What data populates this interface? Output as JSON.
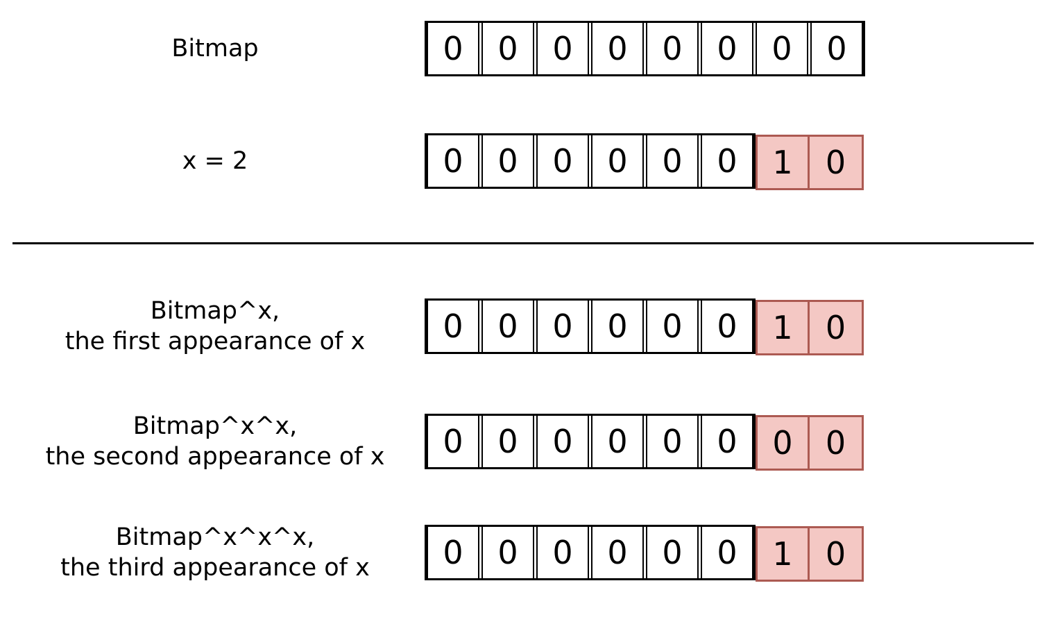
{
  "colors": {
    "background": "#ffffff",
    "cell_border": "#000000",
    "text": "#000000",
    "highlight_bg": "#f4c8c4",
    "highlight_border": "#ac5a52"
  },
  "divider": {
    "present": true
  },
  "rows": [
    {
      "id": "bitmap",
      "label_lines": [
        "Bitmap"
      ],
      "cells": [
        {
          "value": "0",
          "highlight": false
        },
        {
          "value": "0",
          "highlight": false
        },
        {
          "value": "0",
          "highlight": false
        },
        {
          "value": "0",
          "highlight": false
        },
        {
          "value": "0",
          "highlight": false
        },
        {
          "value": "0",
          "highlight": false
        },
        {
          "value": "0",
          "highlight": false
        },
        {
          "value": "0",
          "highlight": false
        }
      ]
    },
    {
      "id": "x-equals-2",
      "label_lines": [
        "x = 2"
      ],
      "cells": [
        {
          "value": "0",
          "highlight": false
        },
        {
          "value": "0",
          "highlight": false
        },
        {
          "value": "0",
          "highlight": false
        },
        {
          "value": "0",
          "highlight": false
        },
        {
          "value": "0",
          "highlight": false
        },
        {
          "value": "0",
          "highlight": false
        },
        {
          "value": "1",
          "highlight": true
        },
        {
          "value": "0",
          "highlight": true
        }
      ]
    },
    {
      "id": "bitmap-xor-x",
      "label_lines": [
        "Bitmap^x,",
        "the first appearance of x"
      ],
      "cells": [
        {
          "value": "0",
          "highlight": false
        },
        {
          "value": "0",
          "highlight": false
        },
        {
          "value": "0",
          "highlight": false
        },
        {
          "value": "0",
          "highlight": false
        },
        {
          "value": "0",
          "highlight": false
        },
        {
          "value": "0",
          "highlight": false
        },
        {
          "value": "1",
          "highlight": true
        },
        {
          "value": "0",
          "highlight": true
        }
      ]
    },
    {
      "id": "bitmap-xor-x-xor-x",
      "label_lines": [
        "Bitmap^x^x,",
        "the second appearance of x"
      ],
      "cells": [
        {
          "value": "0",
          "highlight": false
        },
        {
          "value": "0",
          "highlight": false
        },
        {
          "value": "0",
          "highlight": false
        },
        {
          "value": "0",
          "highlight": false
        },
        {
          "value": "0",
          "highlight": false
        },
        {
          "value": "0",
          "highlight": false
        },
        {
          "value": "0",
          "highlight": true
        },
        {
          "value": "0",
          "highlight": true
        }
      ]
    },
    {
      "id": "bitmap-xor-x-xor-x-xor-x",
      "label_lines": [
        "Bitmap^x^x^x,",
        "the third appearance of x"
      ],
      "cells": [
        {
          "value": "0",
          "highlight": false
        },
        {
          "value": "0",
          "highlight": false
        },
        {
          "value": "0",
          "highlight": false
        },
        {
          "value": "0",
          "highlight": false
        },
        {
          "value": "0",
          "highlight": false
        },
        {
          "value": "0",
          "highlight": false
        },
        {
          "value": "1",
          "highlight": true
        },
        {
          "value": "0",
          "highlight": true
        }
      ]
    }
  ]
}
